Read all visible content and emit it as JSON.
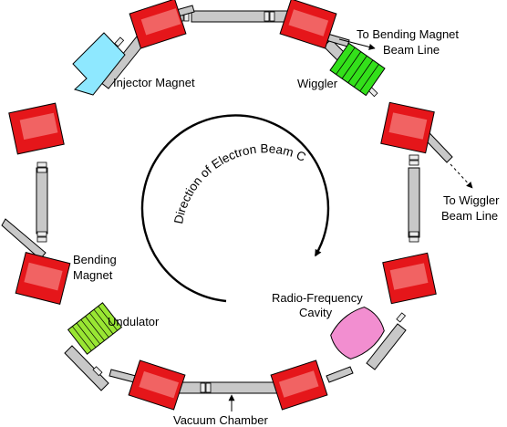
{
  "labels": {
    "injector_magnet": "Injector Magnet",
    "to_bending_magnet_line1": "To Bending Magnet",
    "to_bending_magnet_line2": "Beam Line",
    "wiggler": "Wiggler",
    "to_wiggler_line1": "To Wiggler",
    "to_wiggler_line2": "Beam Line",
    "bending_magnet_line1": "Bending",
    "bending_magnet_line2": "Magnet",
    "undulator": "Undulator",
    "rf_cavity_line1": "Radio-Frequency",
    "rf_cavity_line2": "Cavity",
    "vacuum_chamber": "Vacuum Chamber",
    "beam_direction": "Direction of Electron Beam Current"
  },
  "colors": {
    "bending_magnet": "#e5161a",
    "beam_pipe": "#c8c8c8",
    "injector": "#8ee8ff",
    "wiggler": "#33e01a",
    "undulator": "#99e633",
    "rf_cavity": "#f28ed0"
  }
}
